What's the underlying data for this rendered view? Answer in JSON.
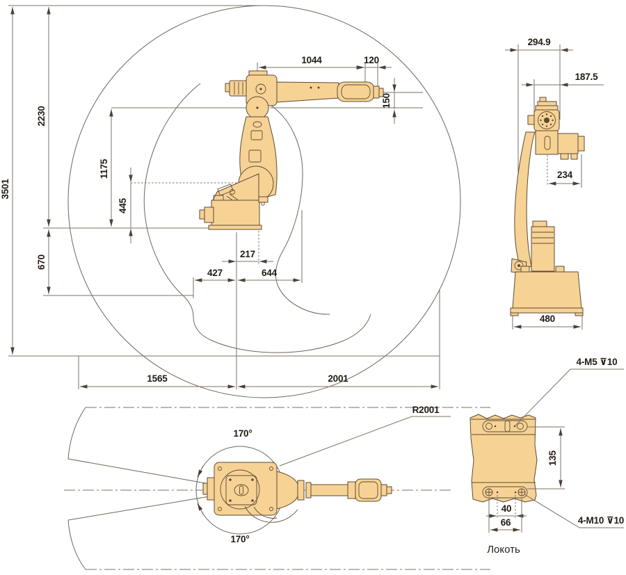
{
  "colors": {
    "background": "#ffffff",
    "robot_fill": "#f6d294",
    "robot_edge": "#5d4a35",
    "dim_line": "#7b7165",
    "text": "#221b13"
  },
  "front_view": {
    "dim_3501": "3501",
    "dim_2230": "2230",
    "dim_1175": "1175",
    "dim_445": "445",
    "dim_670": "670",
    "dim_1044": "1044",
    "dim_120": "120",
    "dim_150": "150",
    "dim_217": "217",
    "dim_427": "427",
    "dim_644": "644",
    "dim_1565": "1565",
    "dim_2001": "2001"
  },
  "side_view": {
    "dim_294_9": "294.9",
    "dim_187_5": "187.5",
    "dim_234": "234",
    "dim_480": "480"
  },
  "top_view": {
    "angle_top": "170°",
    "angle_bottom": "170°",
    "radius_note": "R2001"
  },
  "detail_view": {
    "thread_note_top": "4-M5 ⊽10",
    "thread_note_bottom": "4-M10 ⊽10",
    "dim_135": "135",
    "dim_40": "40",
    "dim_66": "66",
    "caption": "Локоть"
  }
}
